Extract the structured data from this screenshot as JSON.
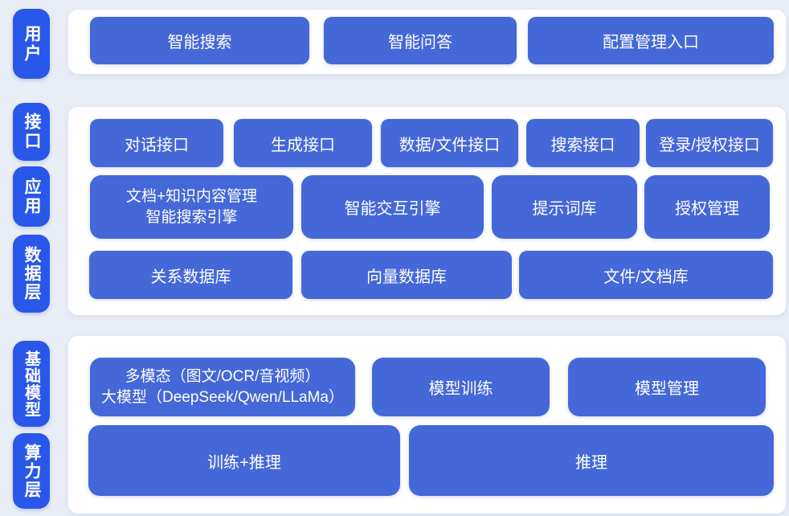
{
  "colors": {
    "page_bg": "#e9edf5",
    "panel_bg": "#ffffff",
    "pill_blue": "#2857e9",
    "box_blue": "#4468d8",
    "text": "#ffffff"
  },
  "layers": {
    "user": {
      "pill": "用户",
      "boxes": [
        {
          "label": "智能搜索"
        },
        {
          "label": "智能问答"
        },
        {
          "label": "配置管理入口"
        }
      ]
    },
    "middle": {
      "pills": [
        {
          "label": "接口"
        },
        {
          "label": "应用"
        },
        {
          "label": "数据层"
        }
      ],
      "interface_row": [
        {
          "label": "对话接口"
        },
        {
          "label": "生成接口"
        },
        {
          "label": "数据/文件接口"
        },
        {
          "label": "搜索接口"
        },
        {
          "label": "登录/授权接口"
        }
      ],
      "application_row": [
        {
          "line1": "文档+知识内容管理",
          "line2": "智能搜索引擎"
        },
        {
          "label": "智能交互引擎"
        },
        {
          "label": "提示词库"
        },
        {
          "label": "授权管理"
        }
      ],
      "data_row": [
        {
          "label": "关系数据库"
        },
        {
          "label": "向量数据库"
        },
        {
          "label": "文件/文档库"
        }
      ]
    },
    "bottom": {
      "pills": [
        {
          "label": "基础模型"
        },
        {
          "label": "算力层"
        }
      ],
      "model_row": [
        {
          "line1": "多模态（图文/OCR/音视频）",
          "line2": "大模型（DeepSeek/Qwen/LLaMa）"
        },
        {
          "label": "模型训练"
        },
        {
          "label": "模型管理"
        }
      ],
      "compute_row": [
        {
          "label": "训练+推理"
        },
        {
          "label": "推理"
        }
      ]
    }
  }
}
